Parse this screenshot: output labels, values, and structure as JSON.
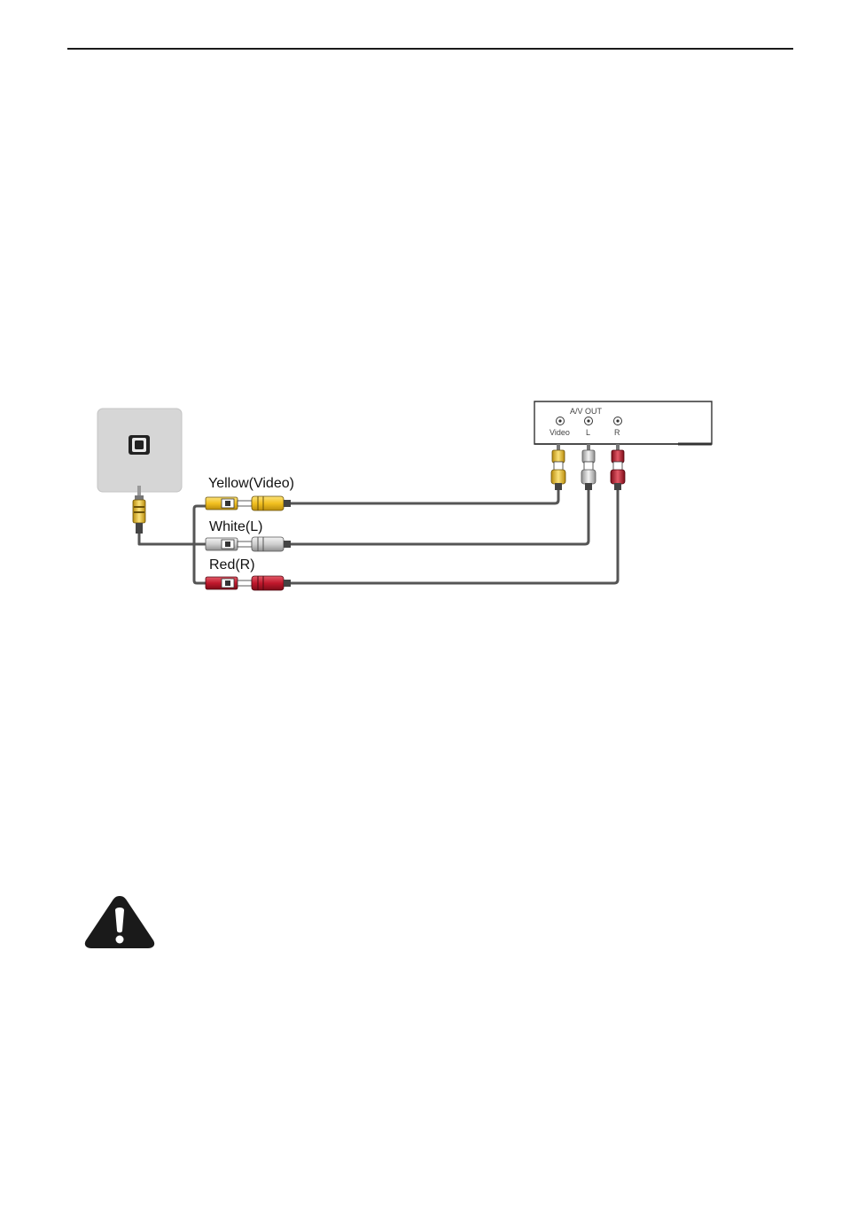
{
  "diagram": {
    "cable_labels": {
      "yellow": "Yellow(Video)",
      "white": "White(L)",
      "red": "Red(R)"
    },
    "source_device": {
      "group_label": "A/V OUT",
      "ports": {
        "video": "Video",
        "left": "L",
        "right": "R"
      }
    }
  },
  "colors": {
    "yellow": "#f2c020",
    "white": "#d8d8d8",
    "red": "#c0182c",
    "wire": "#555555",
    "panel": "#d6d6d6"
  },
  "icons": {
    "warning": "warning-triangle-icon"
  }
}
